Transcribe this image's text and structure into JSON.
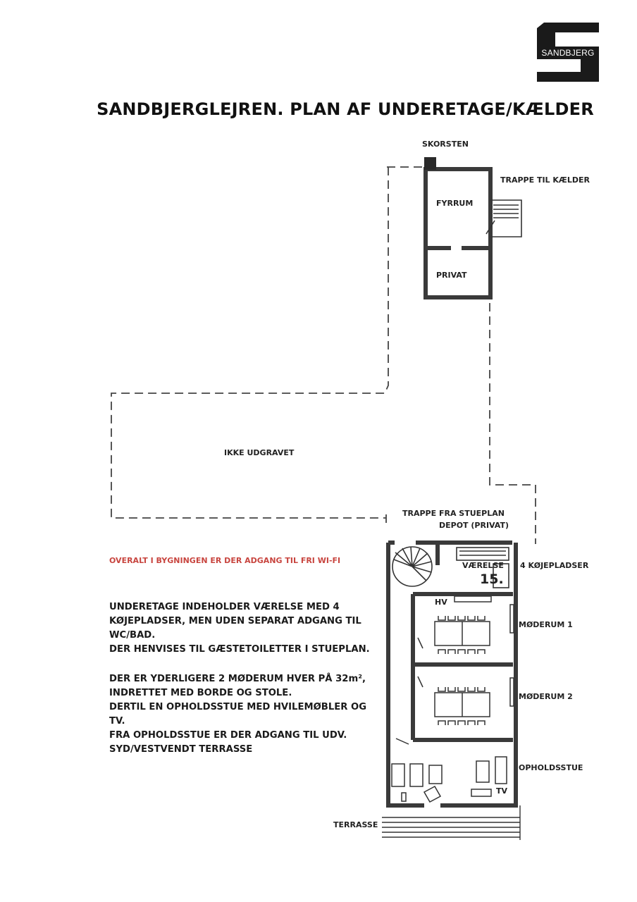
{
  "title": "SANDBJERGLEJREN. PLAN AF UNDERETAGE/KÆLDER",
  "logo": {
    "text": "SANDBJERG",
    "letter": "S"
  },
  "labels": {
    "skorsten": "SKORSTEN",
    "trappe_kaelder": "TRAPPE TIL KÆLDER",
    "fyrrum": "FYRRUM",
    "privat": "PRIVAT",
    "ikke_udgravet": "IKKE UDGRAVET",
    "trappe_stueplan": "TRAPPE FRA STUEPLAN",
    "depot": "DEPOT (PRIVAT)",
    "vaerelse": "VÆRELSE",
    "room_number": "15.",
    "kojepladser": "4 KØJEPLADSER",
    "hv": "HV",
    "moderum1": "MØDERUM 1",
    "moderum2": "MØDERUM 2",
    "opholdsstue": "OPHOLDSSTUE",
    "tv": "TV",
    "terrasse": "TERRASSE"
  },
  "wifi_notice": "OVERALT I BYGNINGEN ER DER ADGANG TIL FRI WI-FI",
  "paragraph1": [
    "UNDERETAGE INDEHOLDER VÆRELSE MED 4",
    "KØJEPLADSER, MEN UDEN SEPARAT ADGANG TIL",
    "WC/BAD.",
    "DER HENVISES TIL GÆSTETOILETTER I STUEPLAN."
  ],
  "paragraph2": [
    "DER ER YDERLIGERE 2 MØDERUM HVER PÅ 32m²,",
    "INDRETTET MED BORDE OG STOLE.",
    "DERTIL EN OPHOLDSSTUE MED HVILEMØBLER OG",
    "TV.",
    "FRA OPHOLDSSTUE ER DER ADGANG TIL UDV.",
    "SYD/VESTVENDT TERRASSE"
  ],
  "colors": {
    "wall": "#3a3a3a",
    "accent_red": "#c8453f",
    "ink": "#1a1a1a"
  }
}
